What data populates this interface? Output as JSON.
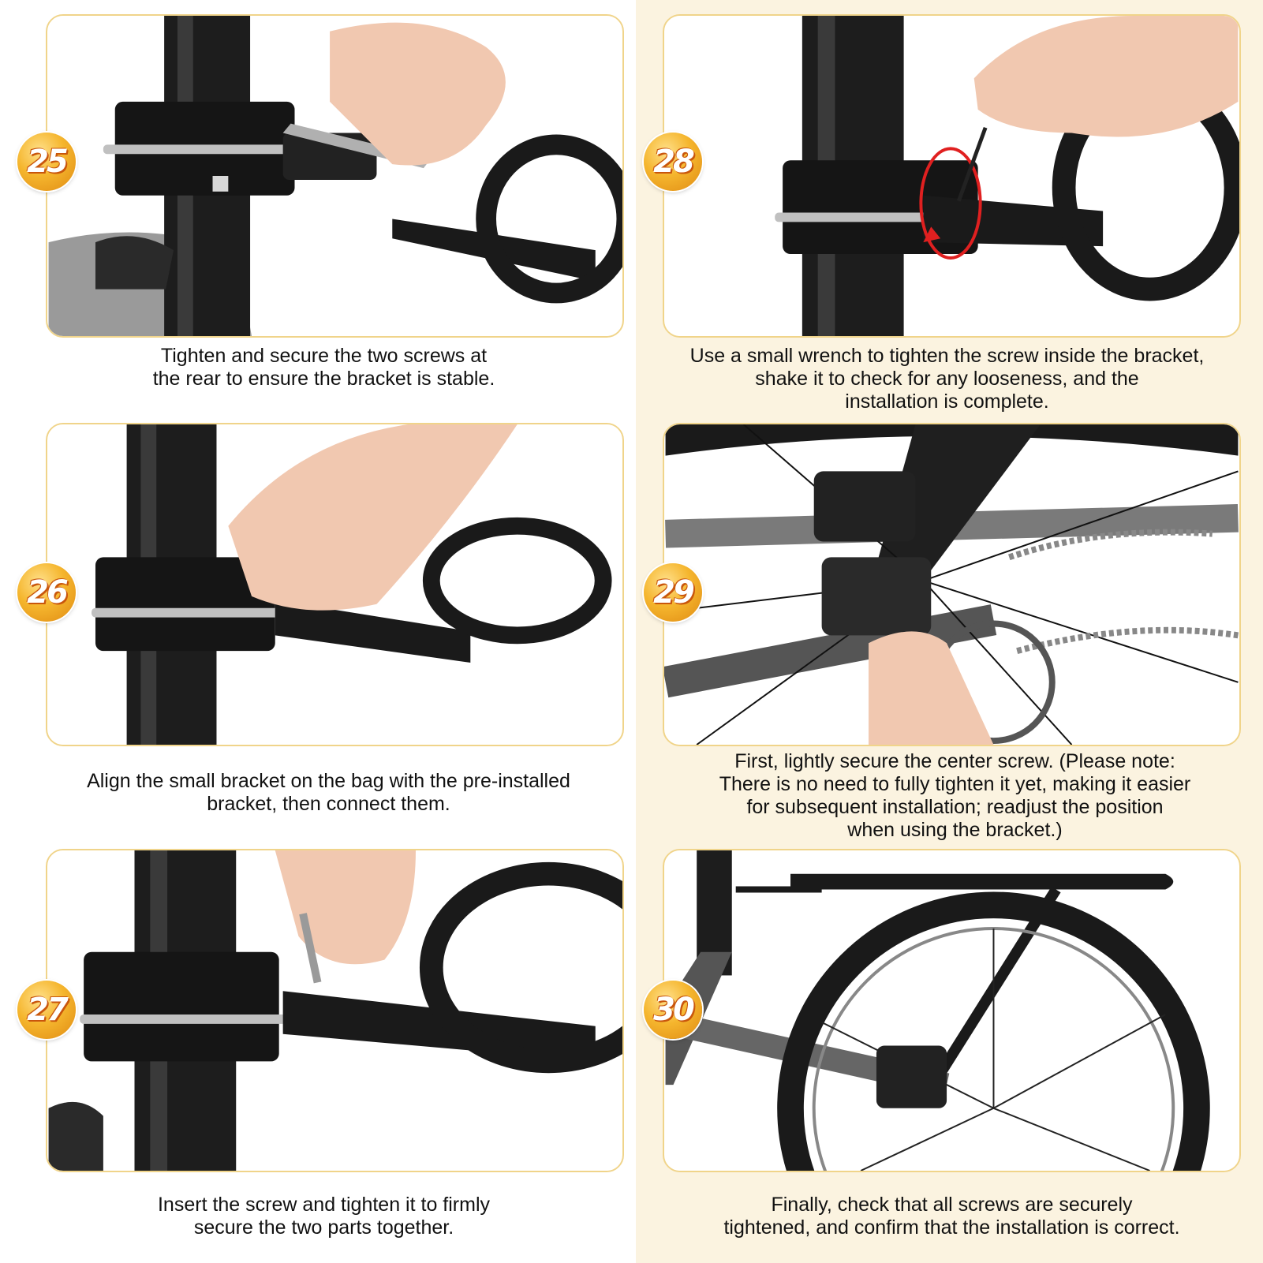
{
  "steps": [
    {
      "number": "25",
      "caption": "Tighten and secure the two screws at\nthe rear to ensure the bracket is stable."
    },
    {
      "number": "26",
      "caption": "Align the small bracket on the bag with the pre-installed\nbracket, then connect them."
    },
    {
      "number": "27",
      "caption": "Insert the screw and tighten it to firmly\nsecure the two parts together."
    },
    {
      "number": "28",
      "caption": "Use a small wrench to tighten the screw inside the bracket,\nshake it to check for any looseness, and the\ninstallation is complete."
    },
    {
      "number": "29",
      "caption": "First, lightly secure the center screw. (Please note:\nThere is no need to fully tighten it yet, making it easier\nfor subsequent installation; readjust the position\nwhen using the bracket.)"
    },
    {
      "number": "30",
      "caption": "Finally, check that all screws are securely\ntightened, and confirm that the installation is correct."
    }
  ],
  "colors": {
    "badge": "#f5b62e",
    "panel_border": "#f0d48a",
    "right_column_background": "#fbf3e0"
  }
}
